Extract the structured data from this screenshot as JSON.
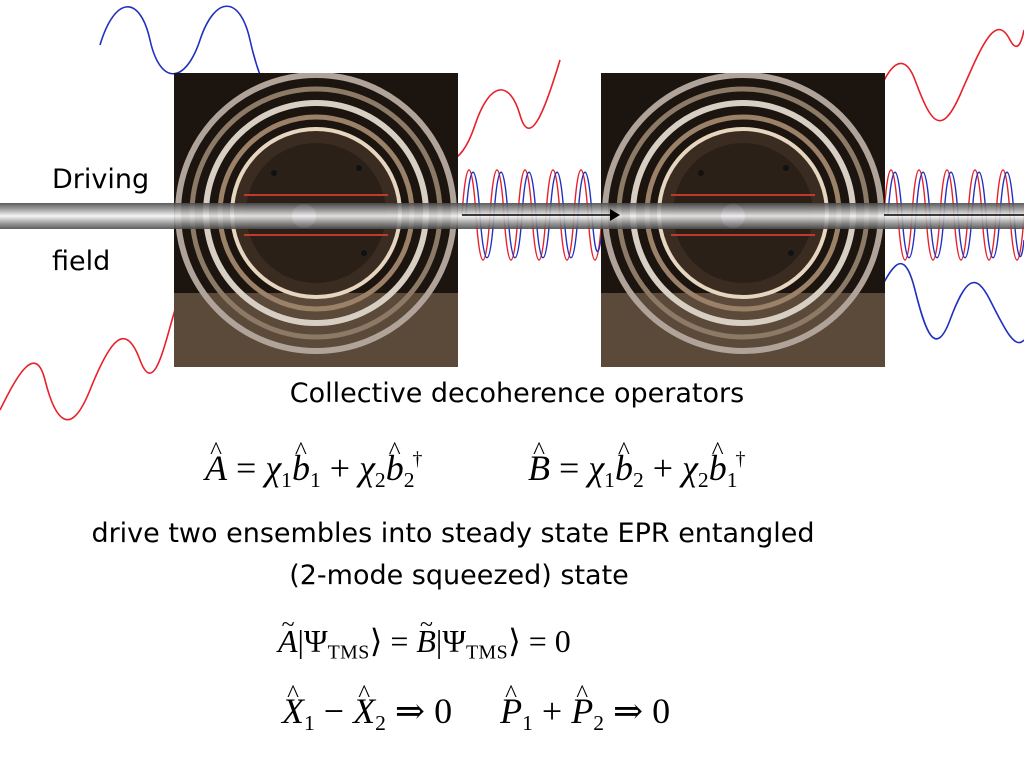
{
  "labels": {
    "driving": "Driving",
    "field": "field"
  },
  "caption": "Collective decoherence operators",
  "description": {
    "line1": "drive two ensembles into steady state EPR entangled",
    "line2": "(2-mode squeezed) state"
  },
  "equations": {
    "A_lhs": "A",
    "B_lhs": "B",
    "chi": "χ",
    "b": "b",
    "i1": "1",
    "i2": "2",
    "dagger": "†",
    "eq": " = ",
    "plus": " + ",
    "psi_label": "TMS",
    "zero": "0",
    "X": "X",
    "P": "P",
    "minus": " − ",
    "implies": " ⇒ "
  },
  "colors": {
    "red_wave": "#e8202a",
    "blue_wave": "#2030c0",
    "background": "#ffffff"
  },
  "icons": [
    "wave-lines",
    "arrow-right-icon",
    "vacuum-chamber-photo"
  ]
}
